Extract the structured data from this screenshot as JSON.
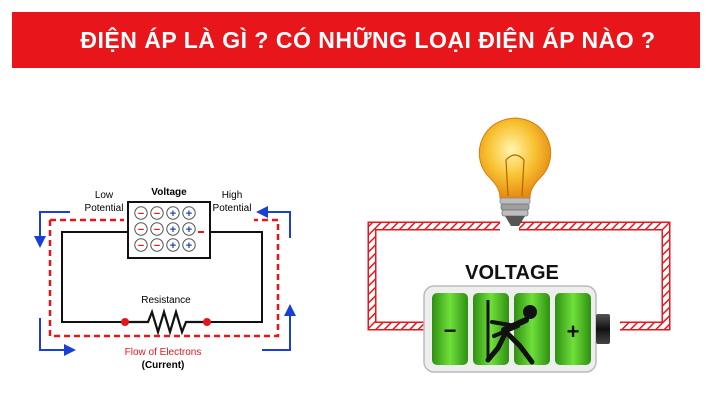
{
  "banner": {
    "title": "ĐIỆN ÁP LÀ GÌ ? CÓ NHỮNG LOẠI ĐIỆN ÁP NÀO ?"
  },
  "left_diagram": {
    "voltage_label": "Voltage",
    "low_potential": [
      "Low",
      "Potential"
    ],
    "high_potential": [
      "High",
      "Potential"
    ],
    "resistance_label": "Resistance",
    "flow_label": "Flow of Electrons",
    "current_label": "(Current)",
    "grid_rows": [
      [
        "−",
        "−",
        "+",
        "+"
      ],
      [
        "−",
        "−",
        "+",
        "+"
      ],
      [
        "−",
        "−",
        "+",
        "+"
      ]
    ]
  },
  "right_diagram": {
    "battery_title": "VOLTAGE",
    "minus_sign": "−",
    "plus_sign": "+"
  },
  "colors": {
    "banner": "#e8161b",
    "wire_red": "#e8161b",
    "arrow_blue": "#1a3fd6",
    "battery_green": "#3fb21c",
    "bulb_yellow": "#f5a623"
  }
}
